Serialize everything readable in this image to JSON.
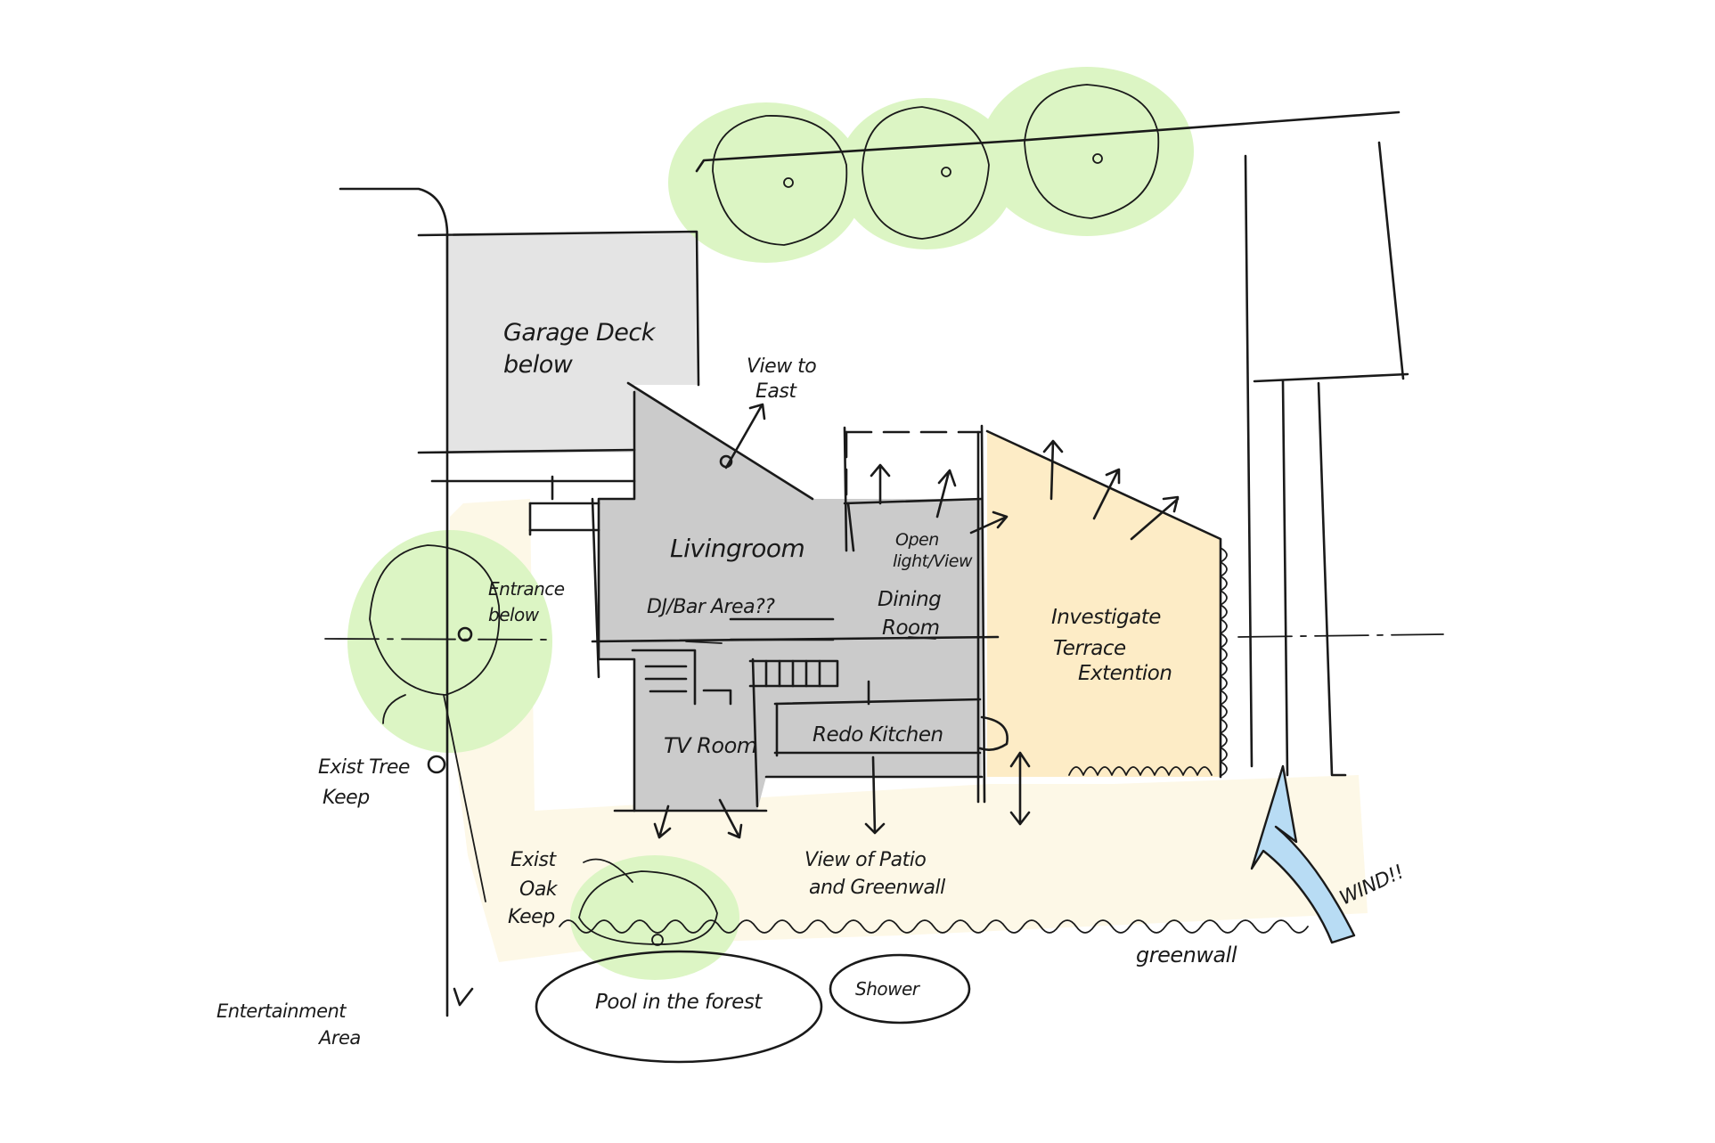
{
  "labels": {
    "garage_deck": [
      "Garage Deck",
      "below"
    ],
    "view_to_east": [
      "View to",
      "East"
    ],
    "living_room": [
      "Livingroom"
    ],
    "open_light_view": [
      "Open",
      "light/View"
    ],
    "entrance_below": [
      "Entrance",
      "below"
    ],
    "dj_bar_area": [
      "DJ/Bar Area??"
    ],
    "dining_room": [
      "Dining",
      "Room"
    ],
    "investigate_terrace": [
      "Investigate",
      "Terrace",
      "Extention"
    ],
    "tv_room": [
      "TV Room"
    ],
    "redo_kitchen": [
      "Redo Kitchen"
    ],
    "exist_tree_keep": [
      "Exist Tree",
      "Keep"
    ],
    "exist_oak_keep": [
      "Exist",
      "Oak",
      "Keep"
    ],
    "view_of_patio": [
      "View of Patio",
      "and Greenwall"
    ],
    "wind": [
      "WIND!!"
    ],
    "greenwall": [
      "greenwall"
    ],
    "entertainment_area": [
      "Entertainment",
      "Area"
    ],
    "pool_in_forest": [
      "Pool in the forest"
    ],
    "shower": [
      "Shower"
    ]
  },
  "colors": {
    "ink": "#1a1a1a",
    "garage_fill": "#e4e4e4",
    "house_fill": "#cbcbcb",
    "tree_fill": "#dcf5c4",
    "terrace_fill": "#fdecc6",
    "ground_fill": "#fdf8e7",
    "wind_arrow": "#b8dcf4"
  },
  "icons": {
    "wind": "wind-arrow-icon",
    "trees": "tree-canopy-icon",
    "view": "view-arrow-icon"
  }
}
